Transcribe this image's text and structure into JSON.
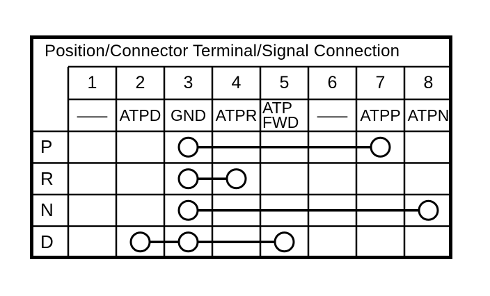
{
  "title": "Position/Connector Terminal/Signal Connection",
  "table": {
    "terminal_headers": [
      "1",
      "2",
      "3",
      "4",
      "5",
      "6",
      "7",
      "8"
    ],
    "signal_headers": [
      "—",
      "ATPD",
      "GND",
      "ATPR",
      "ATP\nFWD",
      "—",
      "ATPP",
      "ATPN"
    ],
    "position_labels": [
      "P",
      "R",
      "N",
      "D"
    ],
    "connections": [
      {
        "position": "P",
        "terminals": [
          3,
          7
        ]
      },
      {
        "position": "R",
        "terminals": [
          3,
          4
        ]
      },
      {
        "position": "N",
        "terminals": [
          3,
          8
        ]
      },
      {
        "position": "D",
        "terminals": [
          2,
          3,
          5
        ]
      }
    ],
    "colors": {
      "ink": "#000000",
      "background": "#ffffff"
    }
  }
}
